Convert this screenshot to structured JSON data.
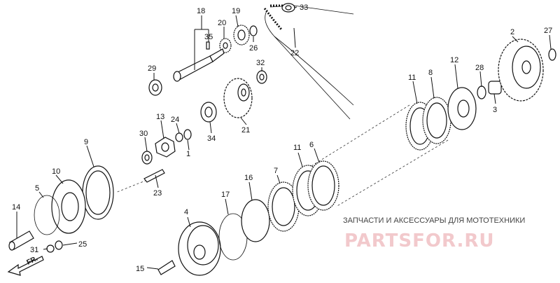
{
  "diagram": {
    "callouts": [
      "1",
      "2",
      "3",
      "4",
      "5",
      "6",
      "7",
      "8",
      "9",
      "10",
      "11",
      "11",
      "12",
      "13",
      "14",
      "15",
      "16",
      "17",
      "18",
      "19",
      "20",
      "21",
      "22",
      "23",
      "24",
      "25",
      "26",
      "27",
      "28",
      "29",
      "30",
      "31",
      "32",
      "33",
      "34",
      "35"
    ],
    "direction_marker": "FR.",
    "watermark": {
      "caption": "ЗАПЧАСТИ И АКСЕССУАРЫ ДЛЯ МОТОТЕХНИКИ",
      "brand": "PARTSFOR.RU"
    }
  }
}
